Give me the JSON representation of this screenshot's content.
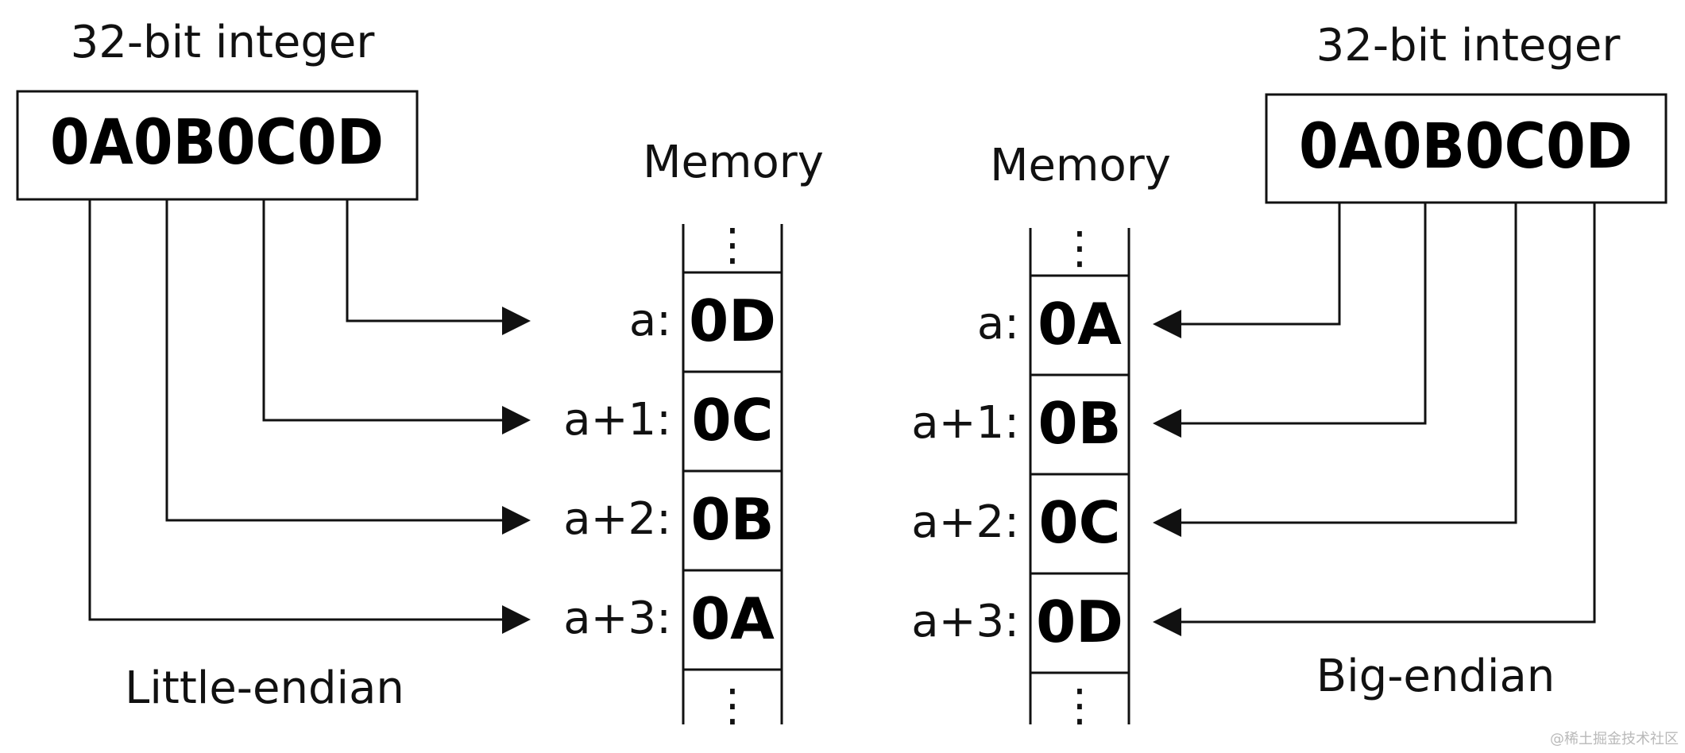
{
  "little_endian": {
    "integer_label": "32-bit integer",
    "integer_value": "0A0B0C0D",
    "memory_label": "Memory",
    "caption": "Little-endian",
    "cells": [
      {
        "address": "a:",
        "byte": "0D"
      },
      {
        "address": "a+1:",
        "byte": "0C"
      },
      {
        "address": "a+2:",
        "byte": "0B"
      },
      {
        "address": "a+3:",
        "byte": "0A"
      }
    ],
    "ellipsis": "⋮"
  },
  "big_endian": {
    "integer_label": "32-bit integer",
    "integer_value": "0A0B0C0D",
    "memory_label": "Memory",
    "caption": "Big-endian",
    "cells": [
      {
        "address": "a:",
        "byte": "0A"
      },
      {
        "address": "a+1:",
        "byte": "0B"
      },
      {
        "address": "a+2:",
        "byte": "0C"
      },
      {
        "address": "a+3:",
        "byte": "0D"
      }
    ],
    "ellipsis": "⋮"
  },
  "watermark": "@稀土掘金技术社区",
  "colors": {
    "line": "#111111",
    "text": "#111111",
    "background": "#ffffff"
  }
}
